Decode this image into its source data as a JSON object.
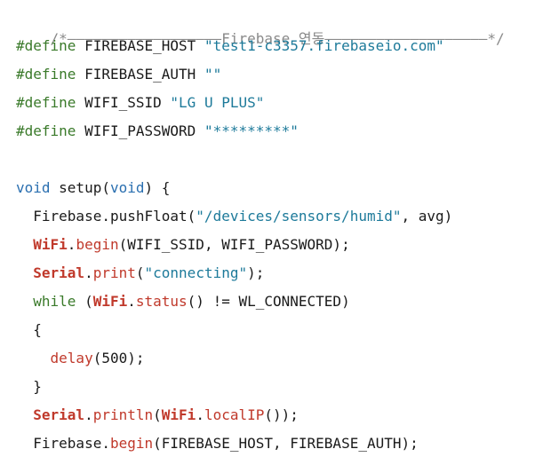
{
  "banner": {
    "prefix": "/*——————————————————",
    "title": "Firebase 연동",
    "suffix": "———————————————————*/"
  },
  "defines": [
    {
      "kw": "#define",
      "name": " FIREBASE_HOST ",
      "value": "\"test1-c3357.firebaseio.com\""
    },
    {
      "kw": "#define",
      "name": " FIREBASE_AUTH ",
      "value": "\"\""
    },
    {
      "kw": "#define",
      "name": " WIFI_SSID ",
      "value": "\"LG U PLUS\""
    },
    {
      "kw": "#define",
      "name": " WIFI_PASSWORD ",
      "value": "\"*********\""
    }
  ],
  "setup": {
    "void1": "void",
    "name": " setup(",
    "void2": "void",
    "close": ") {"
  },
  "l_push": {
    "a": "  Firebase.pushFloat(",
    "s": "\"/devices/sensors/humid\"",
    "b": ", avg)"
  },
  "l_wifibegin": {
    "indent": "  ",
    "obj": "WiFi",
    "dot": ".",
    "fn": "begin",
    "rest": "(WIFI_SSID, WIFI_PASSWORD);"
  },
  "l_serialprint": {
    "indent": "  ",
    "obj": "Serial",
    "dot": ".",
    "fn": "print",
    "open": "(",
    "s": "\"connecting\"",
    "close": ");"
  },
  "l_while": {
    "indent": "  ",
    "kw": "while",
    "open": " (",
    "obj": "WiFi",
    "dot": ".",
    "fn": "status",
    "rest": "() != WL_CONNECTED)"
  },
  "l_brace_open": "  {",
  "l_delay": {
    "indent": "    ",
    "fn": "delay",
    "rest": "(500);"
  },
  "l_brace_close": "  }",
  "l_println": {
    "indent": "  ",
    "obj": "Serial",
    "dot": ".",
    "fn": "println",
    "open": "(",
    "obj2": "WiFi",
    "dot2": ".",
    "fn2": "localIP",
    "close": "());"
  },
  "l_fbbegin": {
    "a": "  Firebase.",
    "fn": "begin",
    "rest": "(FIREBASE_HOST, FIREBASE_AUTH);"
  }
}
